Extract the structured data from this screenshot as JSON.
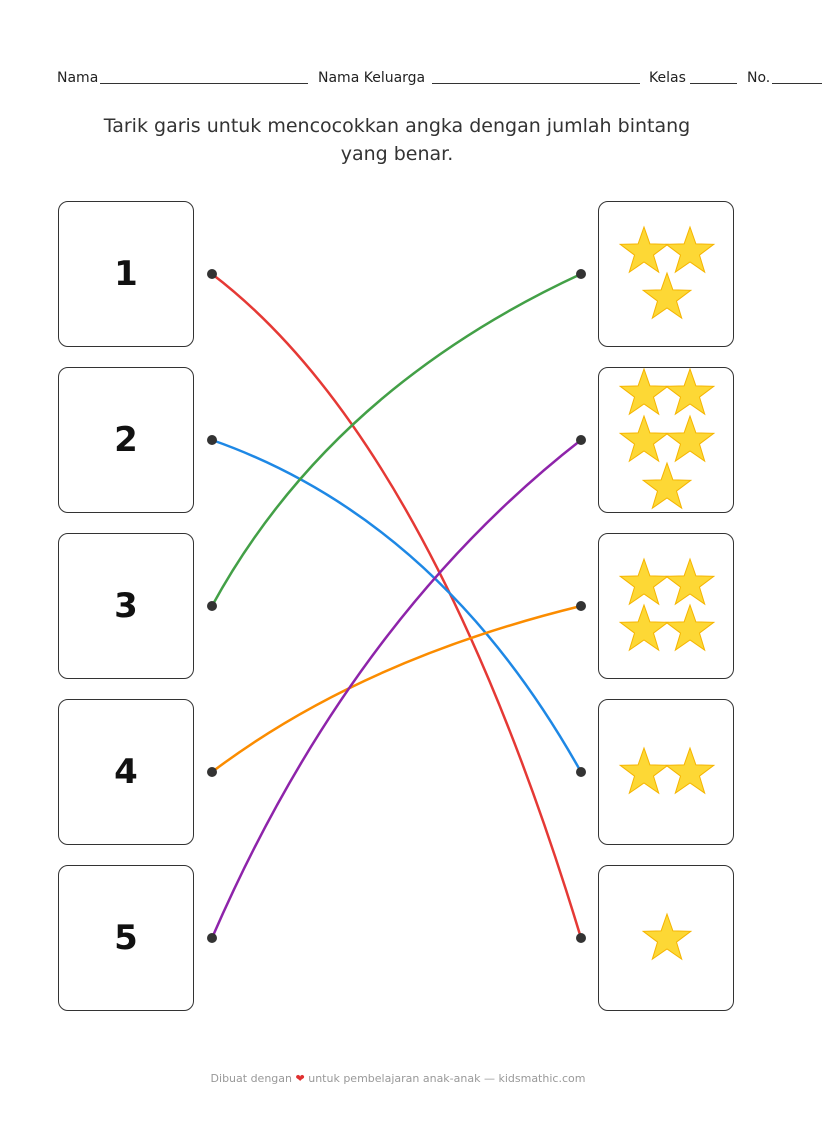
{
  "header": {
    "name_label": "Nama",
    "family_label": "Nama Keluarga",
    "class_label": "Kelas",
    "no_label": "No."
  },
  "instruction": "Tarik garis untuk mencocokkan angka dengan jumlah bintang yang benar.",
  "numbers": [
    "1",
    "2",
    "3",
    "4",
    "5"
  ],
  "star_counts": [
    3,
    5,
    4,
    2,
    1
  ],
  "matches": [
    {
      "from": 1,
      "to_row": 5,
      "color": "#e53935"
    },
    {
      "from": 2,
      "to_row": 4,
      "color": "#1e88e5"
    },
    {
      "from": 3,
      "to_row": 1,
      "color": "#43a047"
    },
    {
      "from": 4,
      "to_row": 3,
      "color": "#fb8c00"
    },
    {
      "from": 5,
      "to_row": 2,
      "color": "#8e24aa"
    }
  ],
  "colors": {
    "star_fill": "#fdd835",
    "star_stroke": "#f5b400",
    "dot": "#333333"
  },
  "footer": {
    "before": "Dibuat dengan",
    "heart": "❤",
    "after": "untuk pembelajaran anak-anak — kidsmathic.com"
  }
}
